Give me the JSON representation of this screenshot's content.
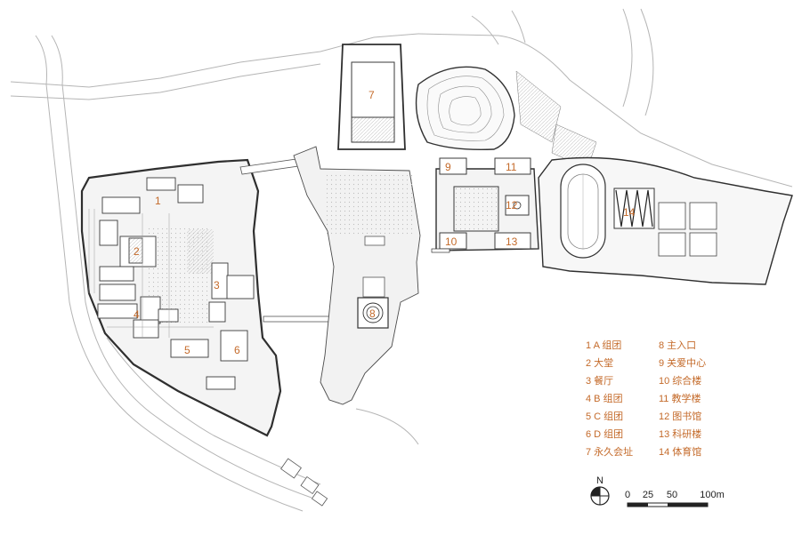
{
  "map": {
    "building_labels": [
      {
        "num": "1"
      },
      {
        "num": "2"
      },
      {
        "num": "3"
      },
      {
        "num": "4"
      },
      {
        "num": "5"
      },
      {
        "num": "6"
      },
      {
        "num": "7"
      },
      {
        "num": "8"
      },
      {
        "num": "9"
      },
      {
        "num": "10"
      },
      {
        "num": "11"
      },
      {
        "num": "12"
      },
      {
        "num": "13"
      },
      {
        "num": "14"
      }
    ],
    "legend": [
      [
        "1 A 组团",
        "8 主入口"
      ],
      [
        "2 大堂",
        "9 关爱中心"
      ],
      [
        "3 餐厅",
        "10 综合楼"
      ],
      [
        "4 B 组团",
        "11 教学楼"
      ],
      [
        "5 C 组团",
        "12 图书馆"
      ],
      [
        "6 D 组团",
        "13 科研楼"
      ],
      [
        "7 永久会址",
        "14 体育馆"
      ]
    ],
    "north_label": "N",
    "scale_ticks": [
      "0",
      "25",
      "50",
      "100m"
    ],
    "colors": {
      "label": "#c46a2a",
      "line": "#3a3a3a",
      "fill": "#f1f1f1"
    }
  }
}
